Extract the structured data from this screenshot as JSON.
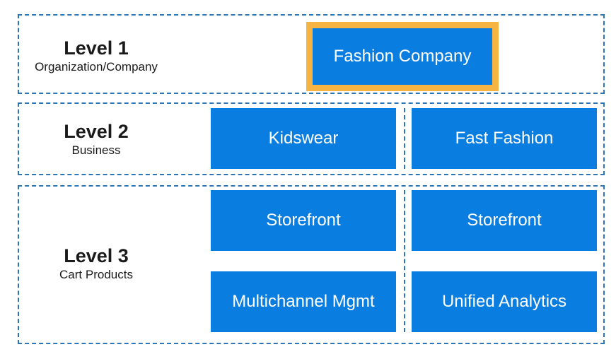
{
  "levels": [
    {
      "title": "Level 1",
      "subtitle": "Organization/Company"
    },
    {
      "title": "Level 2",
      "subtitle": "Business"
    },
    {
      "title": "Level 3",
      "subtitle": "Cart Products"
    }
  ],
  "nodes": {
    "root": "Fashion Company",
    "business": [
      "Kidswear",
      "Fast Fashion"
    ],
    "products": [
      "Storefront",
      "Storefront",
      "Multichannel Mgmt",
      "Unified Analytics"
    ]
  },
  "colors": {
    "box_fill": "#0a7ee0",
    "box_text": "#ffffff",
    "highlight": "#f6b443",
    "dashed_border": "#2e75b6"
  }
}
